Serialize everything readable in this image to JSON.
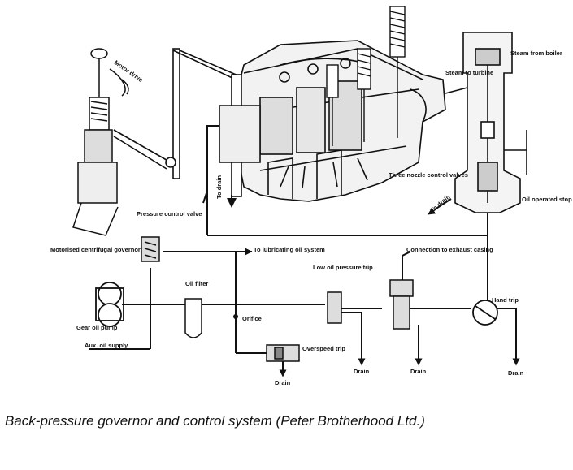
{
  "labels": {
    "motor_drive": "Motor drive",
    "steam_from_boiler": "Steam from boiler",
    "steam_to_turbine": "Steam to turbine",
    "to_drain_left": "To drain",
    "three_nozzle": "Three nozzle control valves",
    "to_drain_right": "To drain",
    "oil_operated": "Oil operated stop and emergency valve",
    "pressure_control": "Pressure control valve",
    "motorised_governor": "Motorised centrifugal governor",
    "to_lubricating": "To lubricating oil system",
    "connection_exhaust": "Connection to exhaust casing",
    "low_oil_trip": "Low oil pressure trip",
    "oil_filter": "Oil filter",
    "hand_trip": "Hand trip",
    "orifice": "Orifice",
    "gear_oil_pump": "Gear oil pump",
    "aux_oil_supply": "Aux. oil supply",
    "overspeed_trip": "Overspeed trip",
    "drain_overspeed": "Drain",
    "drain_1": "Drain",
    "drain_2": "Drain",
    "drain_3": "Drain"
  },
  "caption": "Back-pressure governor and control system (Peter Brotherhood Ltd.)"
}
